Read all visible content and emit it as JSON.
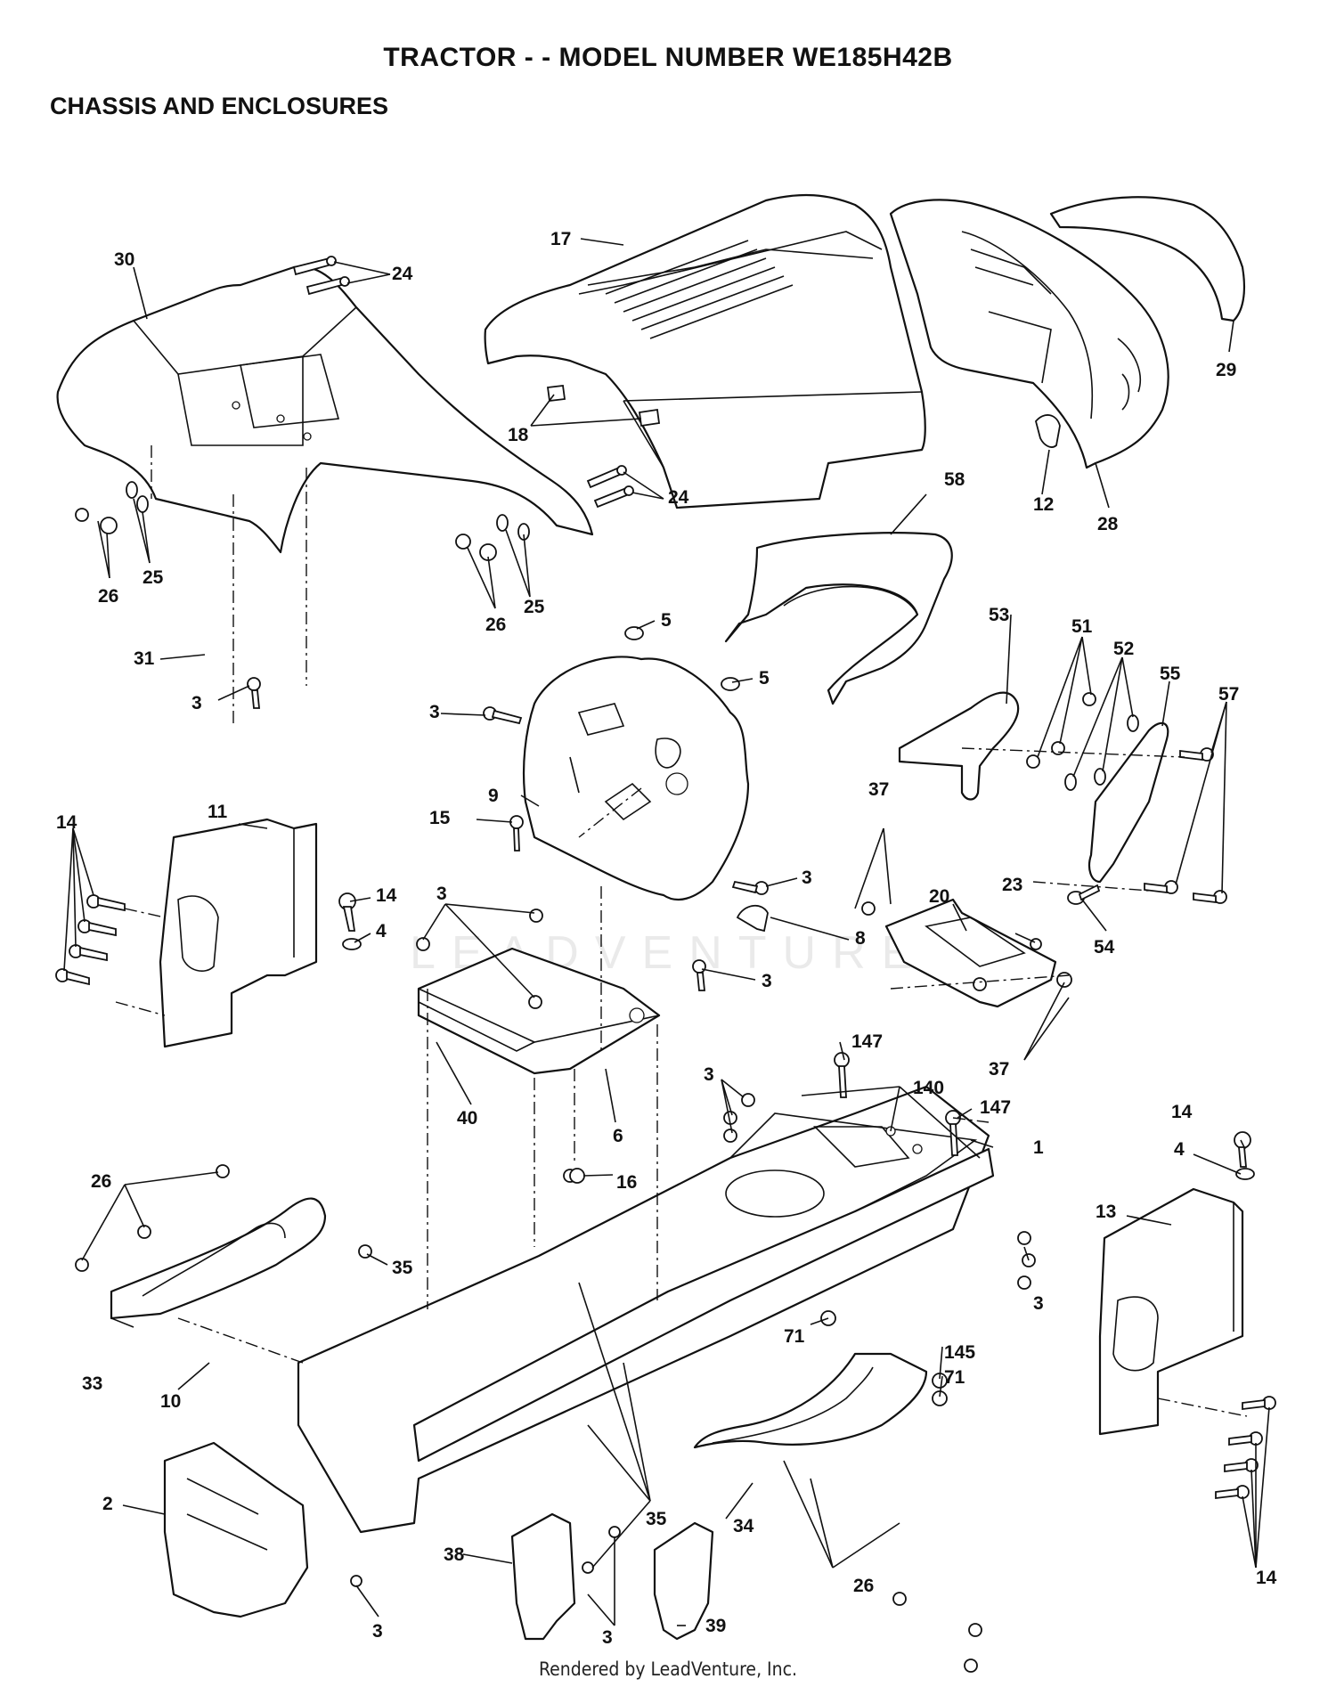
{
  "header": {
    "title": "TRACTOR - - MODEL NUMBER WE185H42B",
    "subtitle": "CHASSIS AND ENCLOSURES"
  },
  "watermark": "LEADVENTURE",
  "footer": "Rendered by LeadVenture, Inc.",
  "callouts": [
    "1",
    "2",
    "3",
    "4",
    "5",
    "6",
    "8",
    "9",
    "10",
    "11",
    "12",
    "13",
    "14",
    "15",
    "16",
    "17",
    "18",
    "20",
    "23",
    "24",
    "25",
    "26",
    "28",
    "29",
    "30",
    "31",
    "33",
    "34",
    "35",
    "37",
    "38",
    "39",
    "40",
    "51",
    "52",
    "53",
    "54",
    "55",
    "57",
    "58",
    "71",
    "140",
    "145",
    "147"
  ]
}
